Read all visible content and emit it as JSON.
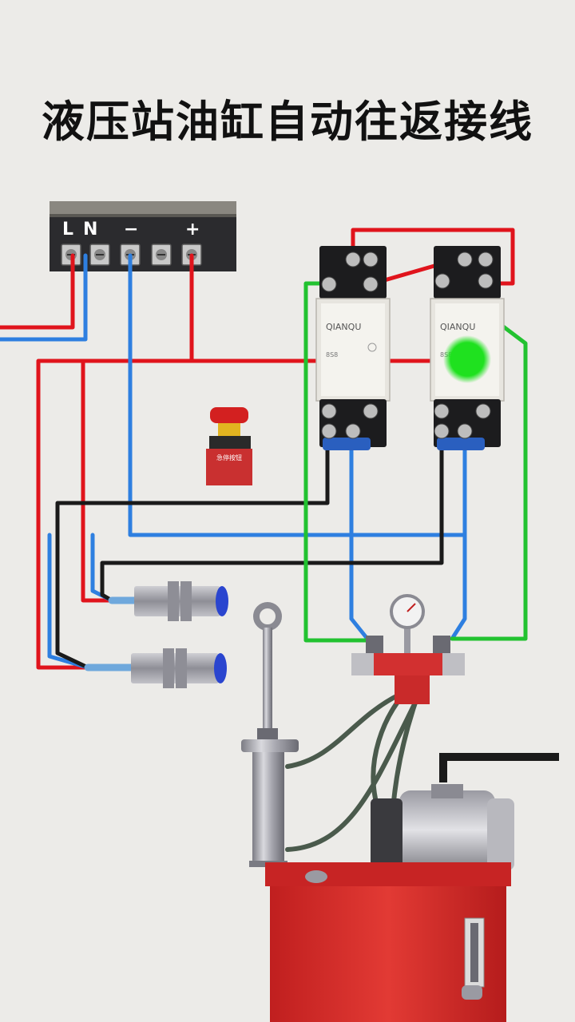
{
  "title": "液压站油缸自动往返接线",
  "power_supply": {
    "terminals": [
      "L",
      "N",
      "−",
      "+"
    ]
  },
  "relays": [
    {
      "brand": "QIANQU",
      "model": "8S8"
    },
    {
      "brand": "QIANQU",
      "model": "8S8"
    }
  ],
  "emergency_stop": {
    "label": "急停按钮"
  },
  "colors": {
    "wire_red": "#e0141c",
    "wire_blue": "#2e7fe0",
    "wire_black": "#1a1a1a",
    "wire_green": "#22c230",
    "active_indicator": "#1fe11f",
    "tank": "#d42626",
    "background": "#ecebe8"
  }
}
